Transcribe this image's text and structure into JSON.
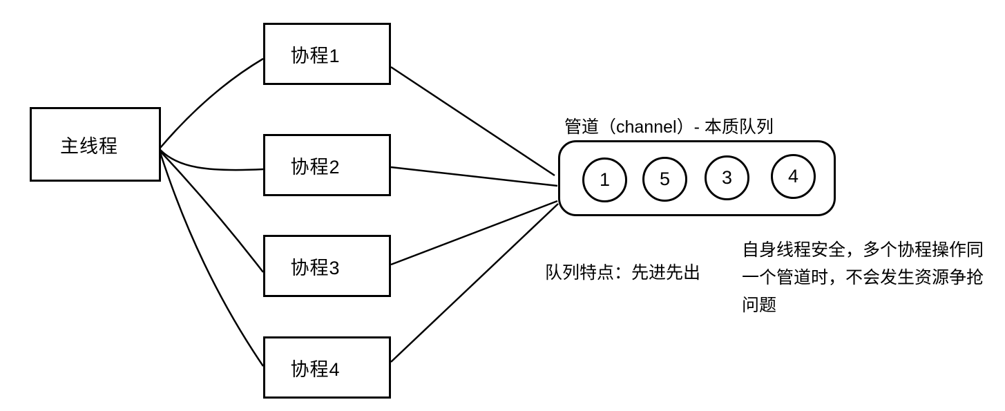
{
  "diagram": {
    "main_thread": {
      "label": "主线程"
    },
    "coroutines": [
      {
        "label": "协程1"
      },
      {
        "label": "协程2"
      },
      {
        "label": "协程3"
      },
      {
        "label": "协程4"
      }
    ],
    "channel": {
      "title": "管道（channel）- 本质队列",
      "queue_items": [
        "1",
        "5",
        "3",
        "4"
      ]
    },
    "notes": {
      "queue_feature": "队列特点：先进先出",
      "thread_safety": "自身线程安全，多个协程操作同\n一个管道时，不会发生资源争抢\n问题"
    },
    "colors": {
      "stroke": "#000000",
      "background": "#ffffff",
      "text": "#000000"
    }
  }
}
